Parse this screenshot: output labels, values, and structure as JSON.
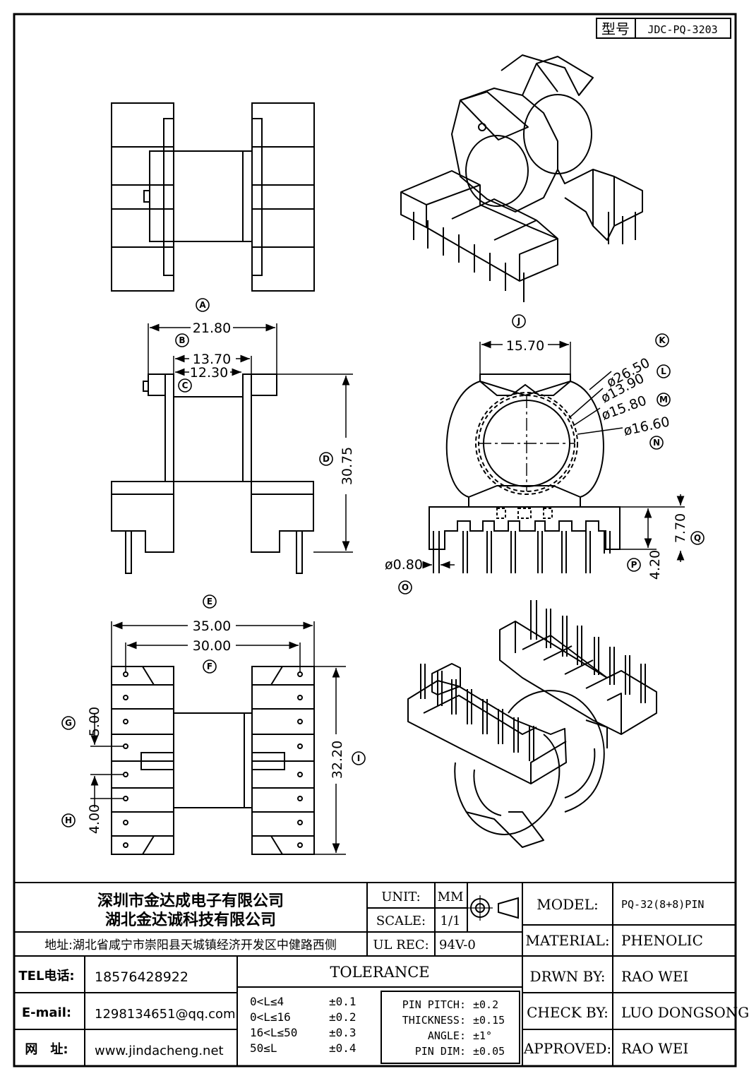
{
  "header": {
    "model_label": "型号",
    "model_value": "JDC-PQ-3203"
  },
  "views": {
    "top": {
      "callout": "A"
    },
    "iso_top": {
      "callout": "J"
    },
    "side": {
      "dims": {
        "d1": "21.80",
        "d2": "13.70",
        "d3": "12.30",
        "d4": "30.75"
      },
      "callouts": {
        "b": "B",
        "c": "C",
        "d": "D",
        "e": "E"
      }
    },
    "front": {
      "dims": {
        "w": "15.70",
        "d26": "ø26.50",
        "d13": "ø13.90",
        "d15": "ø15.80",
        "d16": "ø16.60",
        "h7": "7.70",
        "h4": "4.20",
        "pin": "ø0.80"
      },
      "callouts": {
        "k": "K",
        "l": "L",
        "m": "M",
        "n": "N",
        "q": "Q",
        "p": "P",
        "o": "O"
      }
    },
    "bottom": {
      "dims": {
        "w35": "35.00",
        "w30": "30.00",
        "p5": "5.00",
        "p4": "4.00",
        "h32": "32.20"
      },
      "callouts": {
        "f": "F",
        "g": "G",
        "h": "H",
        "i": "I"
      }
    }
  },
  "title_block": {
    "company1": "深圳市金达成电子有限公司",
    "company2": "湖北金达诚科技有限公司",
    "address": "地址:湖北省咸宁市崇阳县天城镇经济开发区中健路西侧",
    "tel_label": "TEL电话:",
    "tel_value": "18576428922",
    "email_label": "E-mail:",
    "email_value": "1298134651@qq.com",
    "web_label": "网　址:",
    "web_value": "www.jindacheng.net",
    "unit_label": "UNIT:",
    "unit_value": "MM",
    "scale_label": "SCALE:",
    "scale_value": "1/1",
    "ulrec_label": "UL REC:",
    "ulrec_value": "94V-0",
    "tolerance_title": "TOLERANCE",
    "tolerances": [
      {
        "range": "0<L≤4",
        "value": "±0.1"
      },
      {
        "range": "0<L≤16",
        "value": "±0.2"
      },
      {
        "range": "16<L≤50",
        "value": "±0.3"
      },
      {
        "range": "50≤L",
        "value": "±0.4"
      }
    ],
    "pin_specs": [
      {
        "label": "PIN PITCH:",
        "value": "±0.2"
      },
      {
        "label": "THICKNESS:",
        "value": "±0.15"
      },
      {
        "label": "ANGLE:",
        "value": "±1°"
      },
      {
        "label": "PIN DIM:",
        "value": "±0.05"
      }
    ],
    "model_label": "MODEL:",
    "model_value": "PQ-32(8+8)PIN",
    "material_label": "MATERIAL:",
    "material_value": "PHENOLIC",
    "drawn_label": "DRWN BY:",
    "drawn_value": "RAO WEI",
    "check_label": "CHECK BY:",
    "check_value": "LUO DONGSONG",
    "approved_label": "APPROVED:",
    "approved_value": "RAO WEI"
  }
}
